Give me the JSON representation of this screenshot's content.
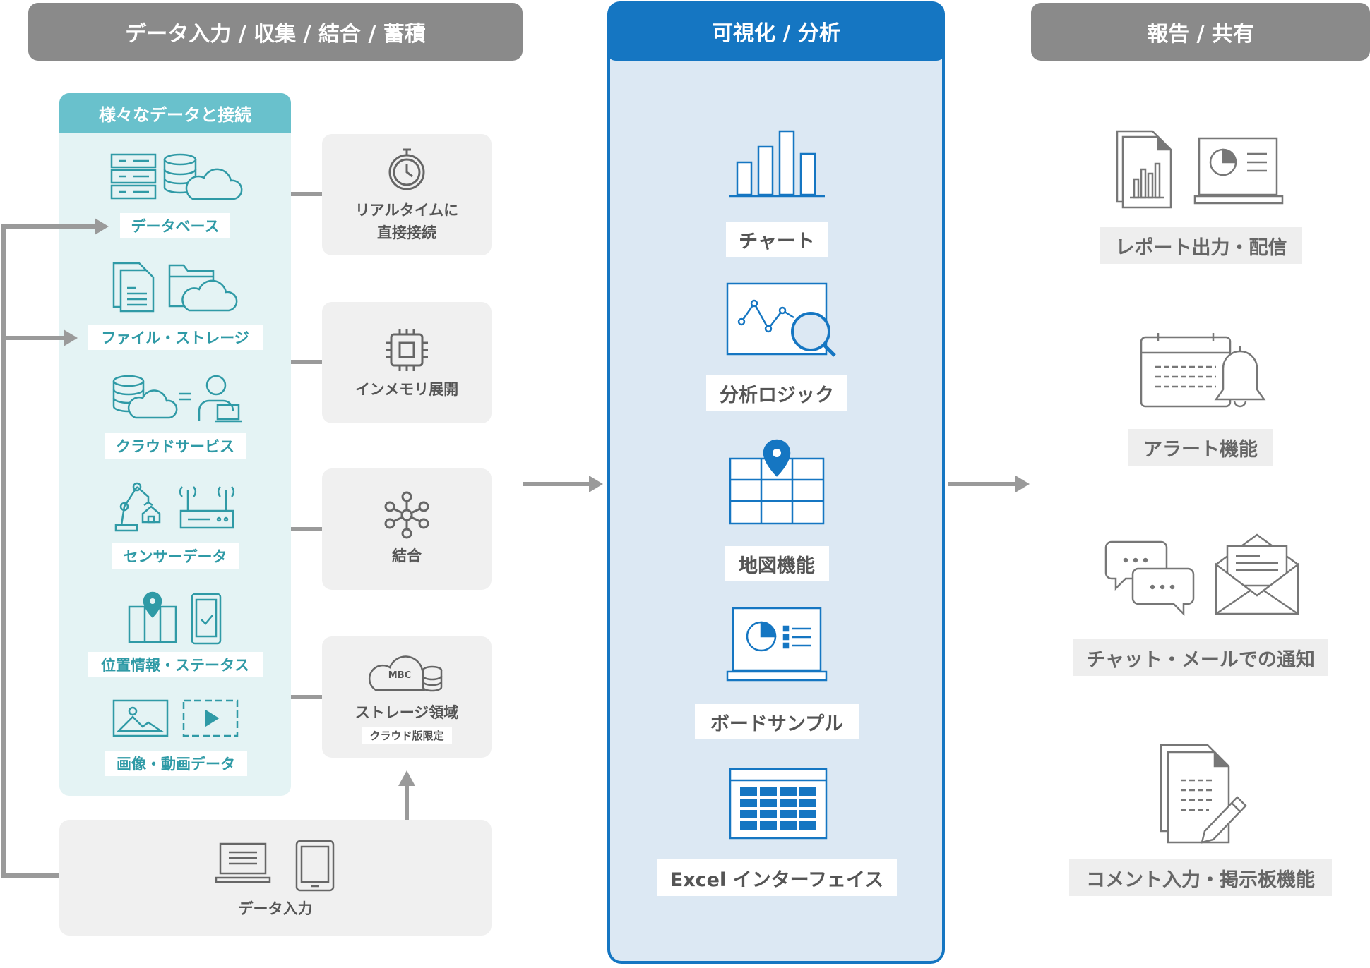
{
  "headers": {
    "collect": "データ入力 / 収集 / 結合 / 蓄積",
    "visualize": "可視化 / 分析",
    "report": "報告 / 共有"
  },
  "sources": {
    "title": "様々なデータと接続",
    "items": [
      "データベース",
      "ファイル・ストレージ",
      "クラウドサービス",
      "センサーデータ",
      "位置情報・ステータス",
      "画像・動画データ"
    ]
  },
  "middle": {
    "realtime": [
      "リアルタイムに",
      "直接接続"
    ],
    "inmemory": "インメモリ展開",
    "join": "結合",
    "storage": "ストレージ領域",
    "storage_note": "クラウド版限定",
    "mbc": "MBC",
    "data_input": "データ入力"
  },
  "visual": {
    "items": [
      "チャート",
      "分析ロジック",
      "地図機能",
      "ボードサンプル",
      "Excel インターフェイス"
    ]
  },
  "report": {
    "items": [
      "レポート出力・配信",
      "アラート機能",
      "チャット・メールでの通知",
      "コメント入力・掲示板機能"
    ]
  },
  "colors": {
    "teal": "#69c1cc",
    "teal_bg": "#e4f3f4",
    "blue": "#1576c2",
    "blue_bg": "#dce8f3",
    "gray_header": "#8a8a8a",
    "panel_gray": "#f0f0f0"
  }
}
